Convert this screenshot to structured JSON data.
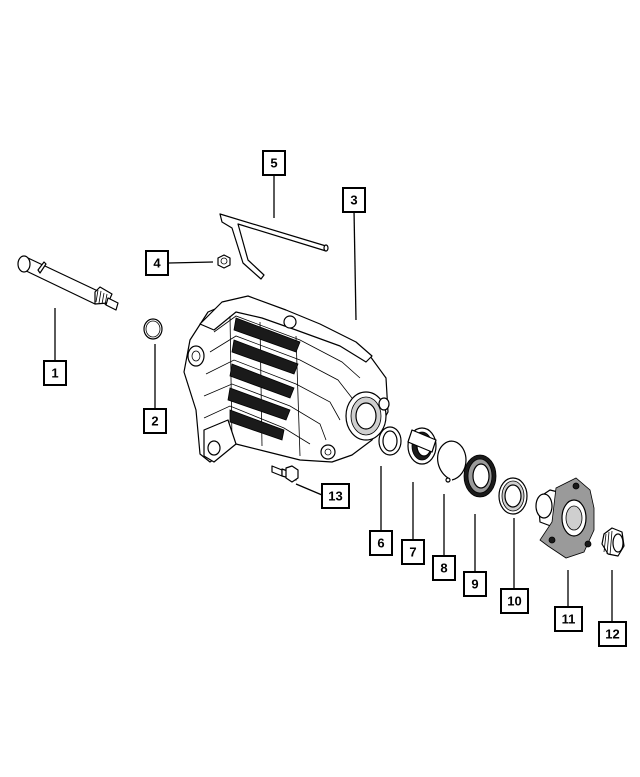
{
  "callouts": [
    {
      "id": "1",
      "part": "input-shaft"
    },
    {
      "id": "2",
      "part": "snap-ring"
    },
    {
      "id": "3",
      "part": "housing"
    },
    {
      "id": "4",
      "part": "nut"
    },
    {
      "id": "5",
      "part": "vent-tube"
    },
    {
      "id": "6",
      "part": "seal"
    },
    {
      "id": "7",
      "part": "bearing"
    },
    {
      "id": "8",
      "part": "snap-ring"
    },
    {
      "id": "9",
      "part": "bearing"
    },
    {
      "id": "10",
      "part": "seal"
    },
    {
      "id": "11",
      "part": "companion-flange"
    },
    {
      "id": "12",
      "part": "nut"
    },
    {
      "id": "13",
      "part": "bolt"
    }
  ],
  "colors": {
    "line": "#000000",
    "background": "#ffffff",
    "shade": "#1a1a1a"
  }
}
